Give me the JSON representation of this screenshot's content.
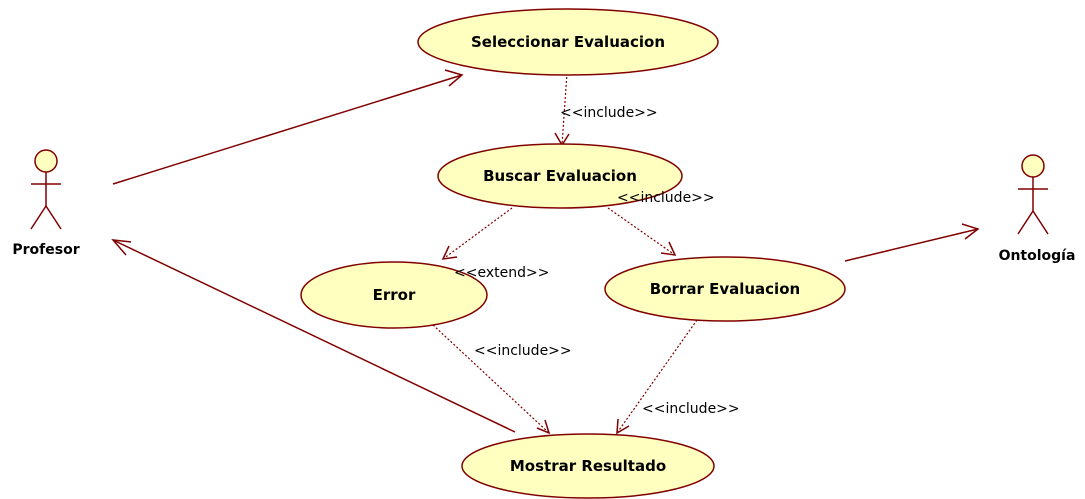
{
  "diagram": {
    "actors": {
      "profesor": "Profesor",
      "ontologia": "Ontología"
    },
    "use_cases": {
      "seleccionar": "Seleccionar Evaluacion",
      "buscar": "Buscar Evaluacion",
      "error": "Error",
      "borrar": "Borrar Evaluacion",
      "mostrar": "Mostrar Resultado"
    },
    "relations": {
      "seleccionar_buscar": "<<include>>",
      "buscar_borrar": "<<include>>",
      "buscar_error": "<<extend>>",
      "error_mostrar": "<<include>>",
      "borrar_mostrar": "<<include>>"
    },
    "colors": {
      "stroke": "#800000",
      "fill": "#ffffc0"
    }
  }
}
